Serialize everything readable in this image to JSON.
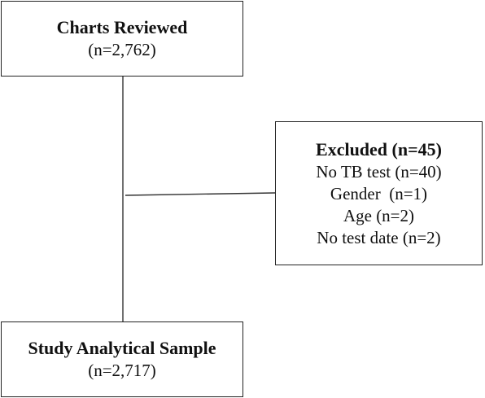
{
  "top_box": {
    "title": "Charts Reviewed",
    "count": "(n=2,762)"
  },
  "excluded_box": {
    "title": "Excluded (n=45)",
    "reasons": [
      "No TB test (n=40)",
      "Gender  (n=1)",
      "Age (n=2)",
      "No test date (n=2)"
    ]
  },
  "bottom_box": {
    "title": "Study Analytical Sample",
    "count": "(n=2,717)"
  }
}
